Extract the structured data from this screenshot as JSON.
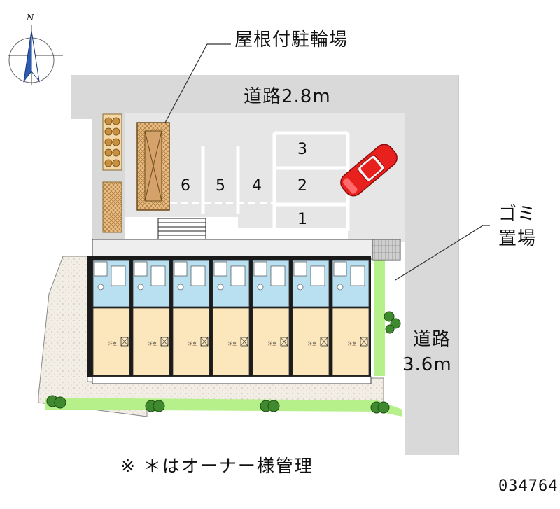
{
  "compass": {
    "north_letter": "N"
  },
  "labels": {
    "bicycle_parking": "屋根付駐輪場",
    "road_top": "道路2.8m",
    "garbage_line1": "ゴミ",
    "garbage_line2": "置場",
    "road_right_line1": "道路",
    "road_right_line2": "3.6m"
  },
  "parking_spaces": [
    "6",
    "5",
    "4",
    "3",
    "2",
    "1"
  ],
  "unit_room_label": "洋室",
  "footer": {
    "note": "※ ＊はオーナー様管理",
    "property_code": "034764"
  },
  "colors": {
    "road": "#d9d9d9",
    "lot": "#e6e6e6",
    "building_wall": "#1a1a1a",
    "room_floor": "#fbe7bb",
    "wet_area": "#b9e0f0",
    "garden": "#f1ece4",
    "lawn": "#b6f08a",
    "car": "#e8201e",
    "bike_shed": "#d4a26a"
  }
}
